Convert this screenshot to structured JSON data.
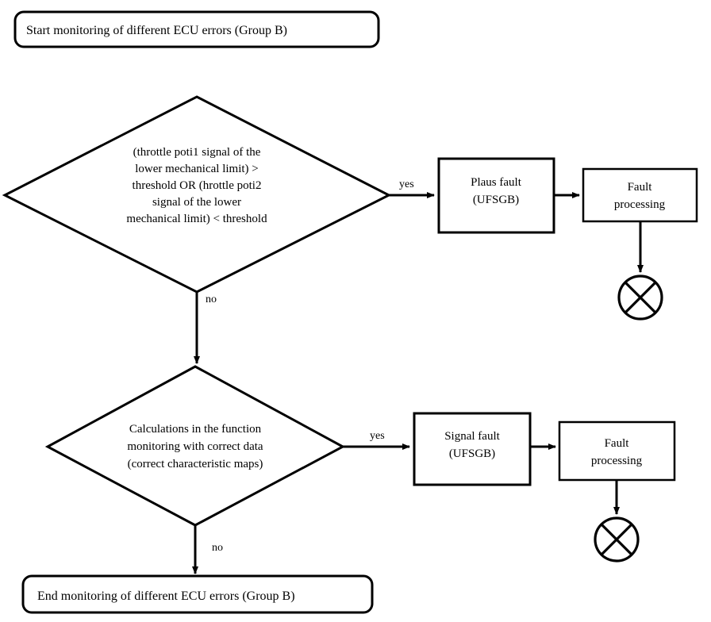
{
  "diagram": {
    "title_text": "Start monitoring of different ECU errors (Group B)",
    "start": {
      "label": "Start monitoring of different ECU errors (Group B)"
    },
    "end": {
      "label": "End monitoring of different ECU errors (Group B)"
    },
    "decision1": {
      "line1": "(throttle poti1 signal of the",
      "line2": "lower mechanical limit) >",
      "line3": "threshold OR (hrottle poti2",
      "line4": "signal of the lower",
      "line5": "mechanical limit) < threshold",
      "yes_label": "yes",
      "no_label": "no"
    },
    "decision2": {
      "line1": "Calculations in the function",
      "line2": "monitoring with correct data",
      "line3": "(correct characteristic maps)",
      "yes_label": "yes",
      "no_label": "no"
    },
    "process_plaus_fault": {
      "line1": "Plaus fault",
      "line2": "(UFSGB)"
    },
    "process_signal_fault": {
      "line1": "Signal fault",
      "line2": "(UFSGB)"
    },
    "process_fault_processing_1": {
      "line1": "Fault",
      "line2": "processing"
    },
    "process_fault_processing_2": {
      "line1": "Fault",
      "line2": "processing"
    },
    "terminator1": {
      "symbol": "circle-x"
    },
    "terminator2": {
      "symbol": "circle-x"
    },
    "colors": {
      "stroke": "#000000",
      "fill": "#ffffff",
      "text": "#000000"
    }
  }
}
